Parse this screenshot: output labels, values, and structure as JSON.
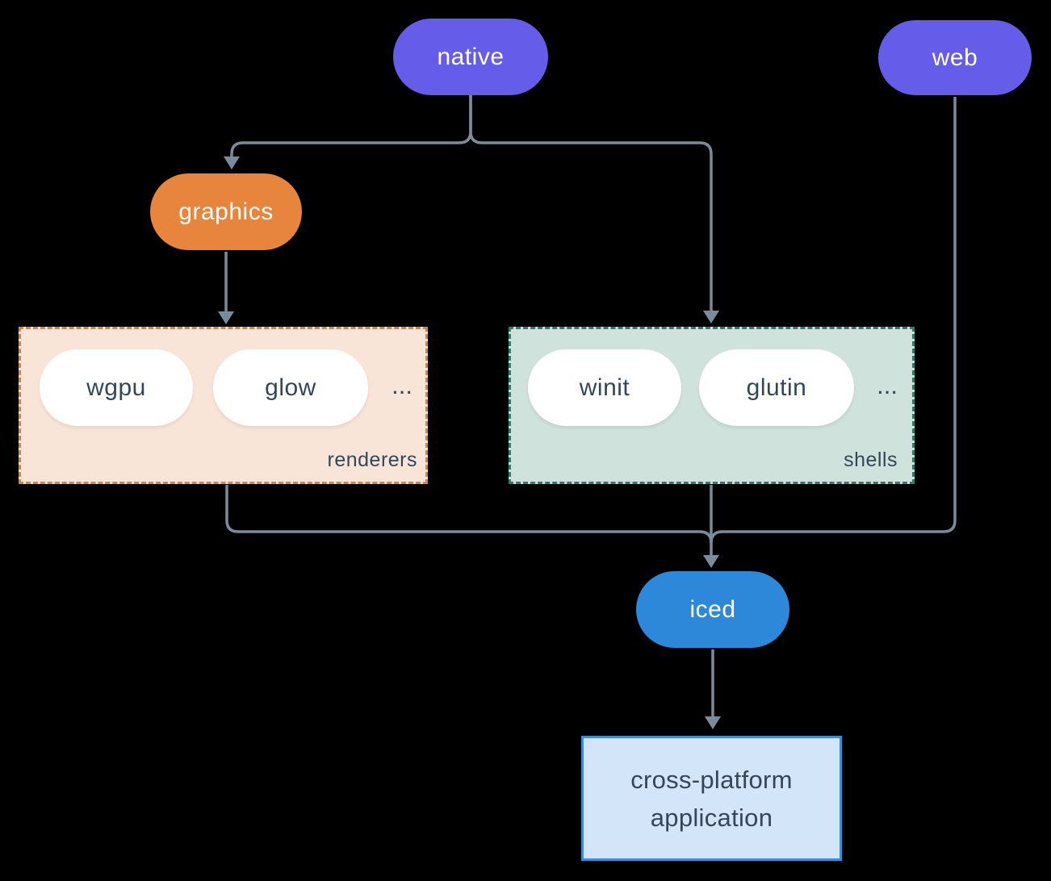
{
  "diagram": {
    "nodes": {
      "native": {
        "label": "native"
      },
      "web": {
        "label": "web"
      },
      "graphics": {
        "label": "graphics"
      },
      "iced": {
        "label": "iced"
      },
      "application": {
        "lines": [
          "cross-platform",
          "application"
        ]
      }
    },
    "groups": {
      "renderers": {
        "label": "renderers",
        "items": [
          "wgpu",
          "glow"
        ],
        "ellipsis": "..."
      },
      "shells": {
        "label": "shells",
        "items": [
          "winit",
          "glutin"
        ],
        "ellipsis": "..."
      }
    },
    "edges": [
      {
        "from": "native",
        "to": "graphics"
      },
      {
        "from": "native",
        "to": "shells"
      },
      {
        "from": "graphics",
        "to": "renderers"
      },
      {
        "from": "renderers",
        "to": "iced"
      },
      {
        "from": "shells",
        "to": "iced"
      },
      {
        "from": "web",
        "to": "iced"
      },
      {
        "from": "iced",
        "to": "application"
      }
    ],
    "colors": {
      "background": "#000000",
      "purple": "#655CE9",
      "orange": "#E7853D",
      "blue": "#2E88D9",
      "renderers_fill": "#F9E5D7",
      "renderers_border": "#E0813C",
      "shells_fill": "#D0E2DC",
      "shells_border": "#2F7D6D",
      "app_fill": "#D3E5F8",
      "app_border": "#3E8ED3",
      "text_dark": "#32475A",
      "text_light": "#FFFFFF",
      "connector": "#7A8B9C"
    }
  }
}
